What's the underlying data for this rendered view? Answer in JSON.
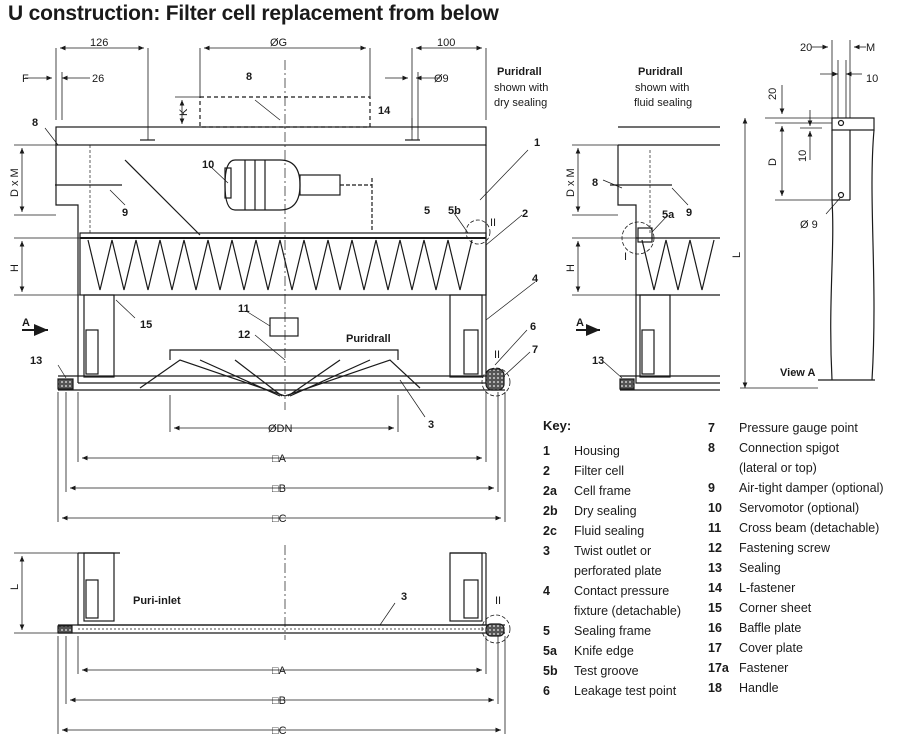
{
  "title": "U construction: Filter cell replacement from below",
  "labels": {
    "puridrall_dry": [
      "Puridrall",
      "shown with",
      "dry sealing"
    ],
    "puridrall_fluid": [
      "Puridrall",
      "shown with",
      "fluid sealing"
    ],
    "puridrall_center": "Puridrall",
    "puri_inlet": "Puri-inlet",
    "view_a": "View A",
    "arrow_a": "A"
  },
  "dimensions": {
    "d126": "126",
    "d100": "100",
    "d26": "26",
    "dF": "F",
    "dG": "ØG",
    "d9": "Ø9",
    "dK": "K",
    "dDxM": "D x M",
    "dH": "H",
    "dDN": "ØDN",
    "dA": "□A",
    "dB": "□B",
    "dC": "□C",
    "dL": "L",
    "d20a": "20",
    "dM": "M",
    "d10a": "10",
    "d20b": "20",
    "dD": "D",
    "d10b": "10",
    "d9b": "Ø 9",
    "roman_II": "II",
    "roman_I": "I"
  },
  "callouts": [
    "1",
    "2",
    "3",
    "4",
    "5",
    "5a",
    "5b",
    "6",
    "7",
    "8",
    "9",
    "10",
    "11",
    "12",
    "13",
    "14",
    "15"
  ],
  "key": {
    "title": "Key:",
    "left": [
      {
        "n": "1",
        "t": "Housing"
      },
      {
        "n": "2",
        "t": "Filter cell"
      },
      {
        "n": "2a",
        "t": "Cell frame"
      },
      {
        "n": "2b",
        "t": "Dry sealing"
      },
      {
        "n": "2c",
        "t": "Fluid sealing"
      },
      {
        "n": "3",
        "t": "Twist outlet or"
      },
      {
        "n": "",
        "t": "perforated plate"
      },
      {
        "n": "4",
        "t": "Contact pressure"
      },
      {
        "n": "",
        "t": "fixture  (detachable)"
      },
      {
        "n": "5",
        "t": "Sealing frame"
      },
      {
        "n": "5a",
        "t": "Knife edge"
      },
      {
        "n": "5b",
        "t": "Test groove"
      },
      {
        "n": "6",
        "t": "Leakage test point"
      }
    ],
    "right": [
      {
        "n": "7",
        "t": "Pressure gauge point"
      },
      {
        "n": "8",
        "t": "Connection spigot"
      },
      {
        "n": "",
        "t": "(lateral or top)"
      },
      {
        "n": "9",
        "t": "Air-tight damper (optional)"
      },
      {
        "n": "10",
        "t": "Servomotor (optional)"
      },
      {
        "n": "11",
        "t": "Cross beam (detachable)"
      },
      {
        "n": "12",
        "t": "Fastening screw"
      },
      {
        "n": "13",
        "t": "Sealing"
      },
      {
        "n": "14",
        "t": "L-fastener"
      },
      {
        "n": "15",
        "t": "Corner sheet"
      },
      {
        "n": "16",
        "t": "Baffle plate"
      },
      {
        "n": "17",
        "t": "Cover plate"
      },
      {
        "n": "17a",
        "t": "Fastener"
      },
      {
        "n": "18",
        "t": "Handle"
      }
    ]
  }
}
